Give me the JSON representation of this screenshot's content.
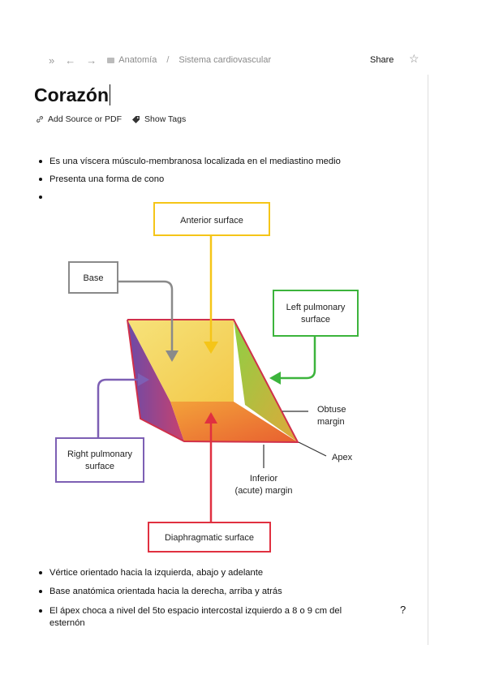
{
  "breadcrumb": {
    "nav_icons": [
      "double-chevron-right-icon",
      "arrow-left-icon",
      "arrow-right-icon"
    ],
    "folder": "Anatomía",
    "separator": "/",
    "page": "Sistema cardiovascular"
  },
  "header": {
    "share_label": "Share",
    "star_icon": "star-icon"
  },
  "title": "Corazón",
  "meta": {
    "add_source": "Add Source or PDF",
    "show_tags": "Show Tags"
  },
  "bullets_top": [
    "Es una víscera músculo-membranosa localizada en el mediastino medio",
    "Presenta una forma de cono",
    ""
  ],
  "diagram": {
    "labels": {
      "anterior": "Anterior surface",
      "base": "Base",
      "left_pulmonary_1": "Left pulmonary",
      "left_pulmonary_2": "surface",
      "obtuse_1": "Obtuse",
      "obtuse_2": "margin",
      "apex": "Apex",
      "right_pulmonary_1": "Right pulmonary",
      "right_pulmonary_2": "surface",
      "inferior_1": "Inferior",
      "inferior_2": "(acute) margin",
      "diaphragmatic": "Diaphragmatic surface"
    },
    "colors": {
      "anterior": "#f5c518",
      "base": "#8a8a8a",
      "left": "#3cb43c",
      "right": "#7d5fb4",
      "diaphragmatic": "#e03040"
    }
  },
  "bullets_bottom": [
    "Vértice orientado hacia la izquierda, abajo y adelante",
    "Base anatómica orientada hacia la derecha, arriba y atrás",
    "El ápex choca a nivel del 5to espacio intercostal izquierdo a 8 o 9 cm del esternón"
  ],
  "help_label": "?"
}
